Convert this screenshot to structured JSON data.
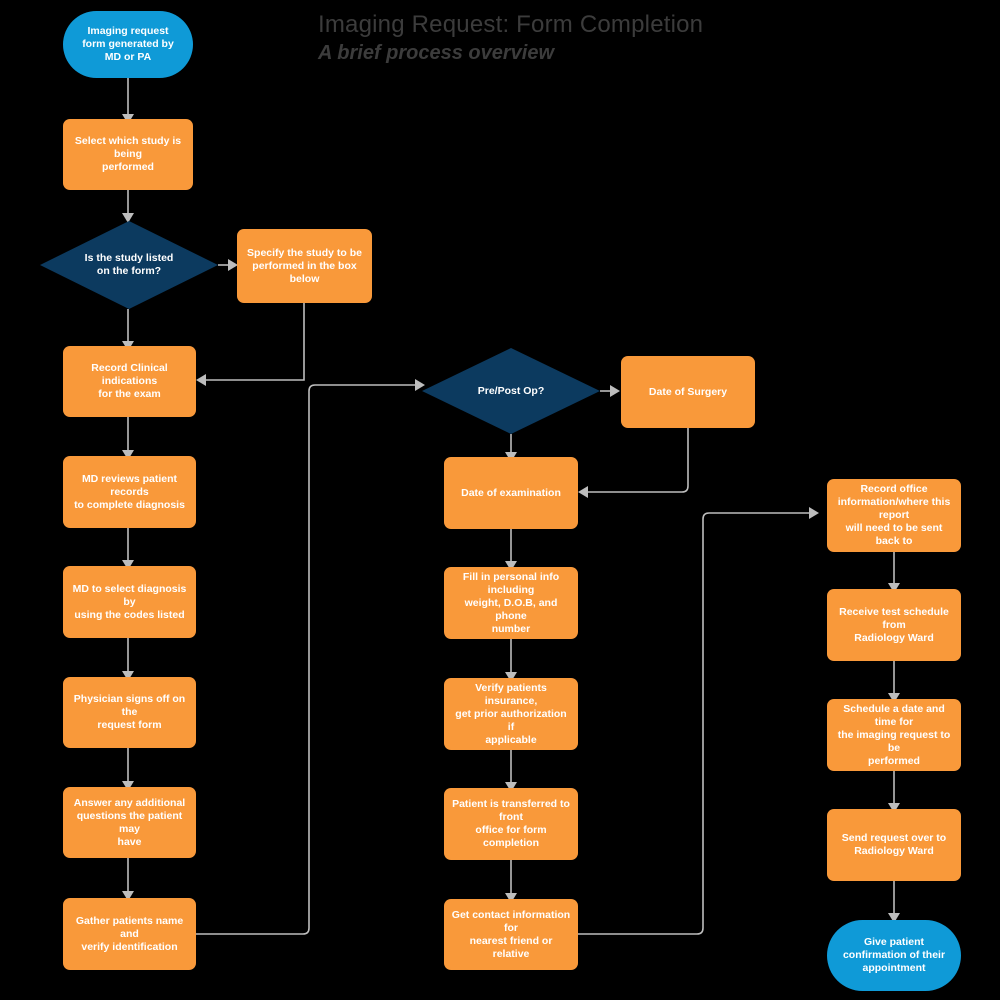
{
  "title": {
    "main": "Imaging Request: Form Completion",
    "sub": "A brief process overview"
  },
  "colors": {
    "background": "#000000",
    "process": "#F9993A",
    "terminator": "#0F9AD7",
    "decision": "#0C3A5F",
    "connector": "#BDBDBD",
    "node_text": "#FFFFFF",
    "title_text": "#3C3C3C"
  },
  "nodes": {
    "start": {
      "label": "Imaging request\nform generated by\nMD or PA",
      "shape": "terminator"
    },
    "select_study": {
      "label": "Select which study is being\nperformed",
      "shape": "process"
    },
    "study_listed": {
      "label": "Is the study listed\non the form?",
      "shape": "decision"
    },
    "specify_study": {
      "label": "Specify the study to be\nperformed in the box below",
      "shape": "process"
    },
    "record_clinical": {
      "label": "Record Clinical indications\nfor the exam",
      "shape": "process"
    },
    "md_reviews": {
      "label": "MD reviews  patient records\nto complete diagnosis",
      "shape": "process"
    },
    "md_select_diagnosis": {
      "label": "MD to select diagnosis by\nusing the codes listed",
      "shape": "process"
    },
    "physician_signs": {
      "label": "Physician signs off on the\nrequest form",
      "shape": "process"
    },
    "answer_questions": {
      "label": "Answer any additional\nquestions the patient may\nhave",
      "shape": "process"
    },
    "gather_patients": {
      "label": "Gather patients name and\nverify identification",
      "shape": "process"
    },
    "pre_post_op": {
      "label": "Pre/Post Op?",
      "shape": "decision"
    },
    "date_surgery": {
      "label": "Date of Surgery",
      "shape": "process"
    },
    "date_examination": {
      "label": "Date of examination",
      "shape": "process"
    },
    "personal_info": {
      "label": "Fill in personal info including\nweight, D.O.B, and phone\nnumber",
      "shape": "process"
    },
    "verify_insurance": {
      "label": "Verify patients insurance,\nget prior authorization if\napplicable",
      "shape": "process"
    },
    "transferred_front": {
      "label": "Patient is transferred to front\noffice for form completion",
      "shape": "process"
    },
    "contact_info": {
      "label": "Get contact information for\nnearest friend or relative",
      "shape": "process"
    },
    "record_office": {
      "label": "Record office\ninformation/where this report\nwill need to be sent back to",
      "shape": "process"
    },
    "receive_schedule": {
      "label": "Receive test schedule from\nRadiology Ward",
      "shape": "process"
    },
    "schedule_date": {
      "label": "Schedule a date and time for\nthe imaging request to be\nperformed",
      "shape": "process"
    },
    "send_request": {
      "label": "Send request over to\nRadiology Ward",
      "shape": "process"
    },
    "give_confirmation": {
      "label": "Give patient\nconfirmation of their\nappointment",
      "shape": "terminator"
    }
  }
}
